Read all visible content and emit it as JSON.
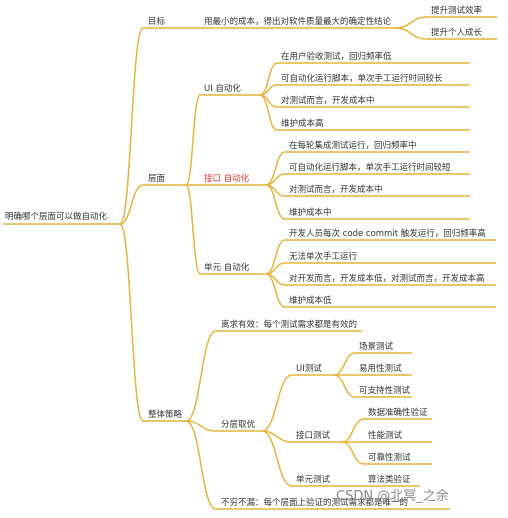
{
  "colors": {
    "branch": "#e6b43c",
    "text": "#333333",
    "highlight": "#e2342d",
    "watermark": "#8a8a8a"
  },
  "root": "明确哪个层面可以做自动化",
  "goal": {
    "label": "目标",
    "text": "用最小的成本，得出对软件质量最大的确定性结论",
    "items": [
      "提升测试效率",
      "提升个人成长"
    ]
  },
  "layers": {
    "label": "层面",
    "ui": {
      "label": "UI 自动化",
      "items": [
        "在用户验收测试，回归频率低",
        "可自动化运行脚本，单次手工运行时间较长",
        "对测试而言，开发成本中",
        "维护成本高"
      ]
    },
    "api": {
      "label": "接口 自动化",
      "items": [
        "在每轮集成测试运行，回归频率中",
        "可自动化运行脚本，单次手工运行时间较短",
        "对测试而言，开发成本中",
        "维护成本中"
      ]
    },
    "unit": {
      "label": "单元 自动化",
      "items": [
        "开发人员每次 code commit 触发运行，回归频率高",
        "无法单次手工运行",
        "对开发而言，开发成本低，对测试而言，开发成本高",
        "维护成本低"
      ]
    }
  },
  "strategy": {
    "label": "整体策略",
    "need": "离求有效：每个测试需求都是有效的",
    "layered": {
      "label": "分层取优",
      "ui": {
        "label": "UI测试",
        "items": [
          "场景测试",
          "易用性测试",
          "可支持性测试"
        ]
      },
      "api": {
        "label": "接口测试",
        "items": [
          "数据准确性验证",
          "性能测试",
          "可靠性测试"
        ]
      },
      "unit": {
        "label": "单元测试",
        "items": [
          "算法类验证"
        ]
      }
    },
    "no_dup": "不穷不漏：每个层面上验证的测试需求都是唯一的"
  },
  "watermark": "CSDN @北冥_之余"
}
